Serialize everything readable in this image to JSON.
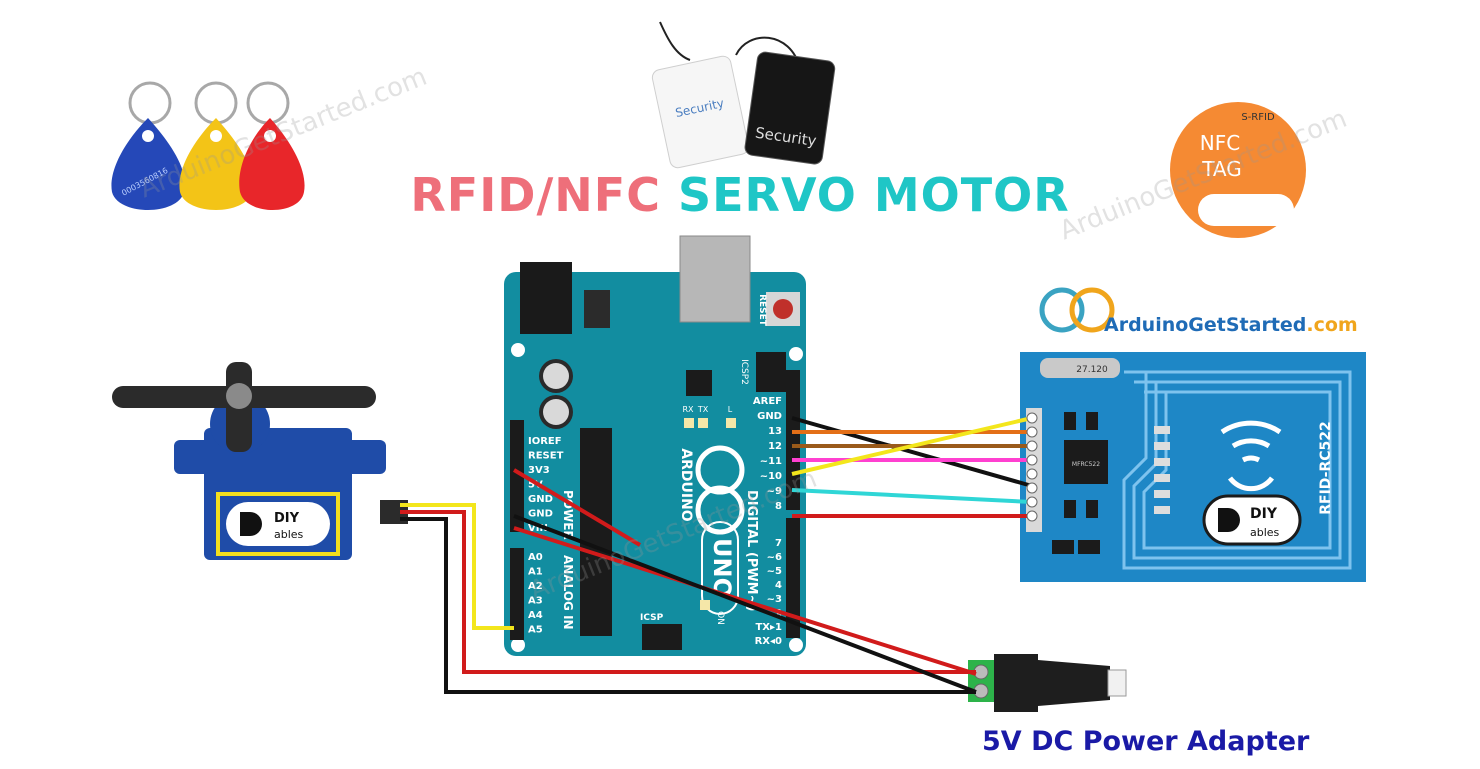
{
  "title": {
    "part1": "RFID/NFC",
    "part2": "SERVO MOTOR"
  },
  "caption": "5V DC Power Adapter",
  "watermark": "ArduinoGetStarted.com",
  "brand": {
    "name": "ArduinoGetStarted",
    "suffix": ".com"
  },
  "colors": {
    "title_pink": "#ee6f7a",
    "title_cyan": "#1fc6c6",
    "board": "#128da0",
    "rfid_board": "#1e87c6",
    "caption": "#1a1aa6"
  },
  "keyfob_code": "0003560816",
  "card_labels": {
    "white": "Security",
    "black": "Security"
  },
  "nfc_tag": {
    "brand": "S-RFID",
    "line1": "NFC",
    "line2": "TAG"
  },
  "servo": {
    "logo": "DIY",
    "logo_sub": "ables"
  },
  "arduino": {
    "name": "ARDUINO",
    "model": "UNO",
    "reset": "RESET",
    "icsp2": "ICSP2",
    "icsp": "ICSP",
    "on": "ON",
    "l": "L",
    "tx": "TX",
    "rx": "RX",
    "digital_label": "DIGITAL (PWM~)",
    "power_label": "POWER",
    "analog_label": "ANALOG IN",
    "power_pins": [
      "IOREF",
      "RESET",
      "3V3",
      "5V",
      "GND",
      "GND",
      "VIN"
    ],
    "analog_pins": [
      "A0",
      "A1",
      "A2",
      "A3",
      "A4",
      "A5"
    ],
    "digital_pins_top": [
      "AREF",
      "GND",
      "13",
      "12",
      "~11",
      "~10",
      "~9",
      "8"
    ],
    "digital_pins_bottom": [
      "7",
      "~6",
      "~5",
      "4",
      "~3",
      "2",
      "TX▸1",
      "RX◂0"
    ]
  },
  "rfid": {
    "name": "RFID-RC522",
    "chip": "MFRC522",
    "crystal": "27.120",
    "logo": "DIY",
    "logo_sub": "ables"
  }
}
